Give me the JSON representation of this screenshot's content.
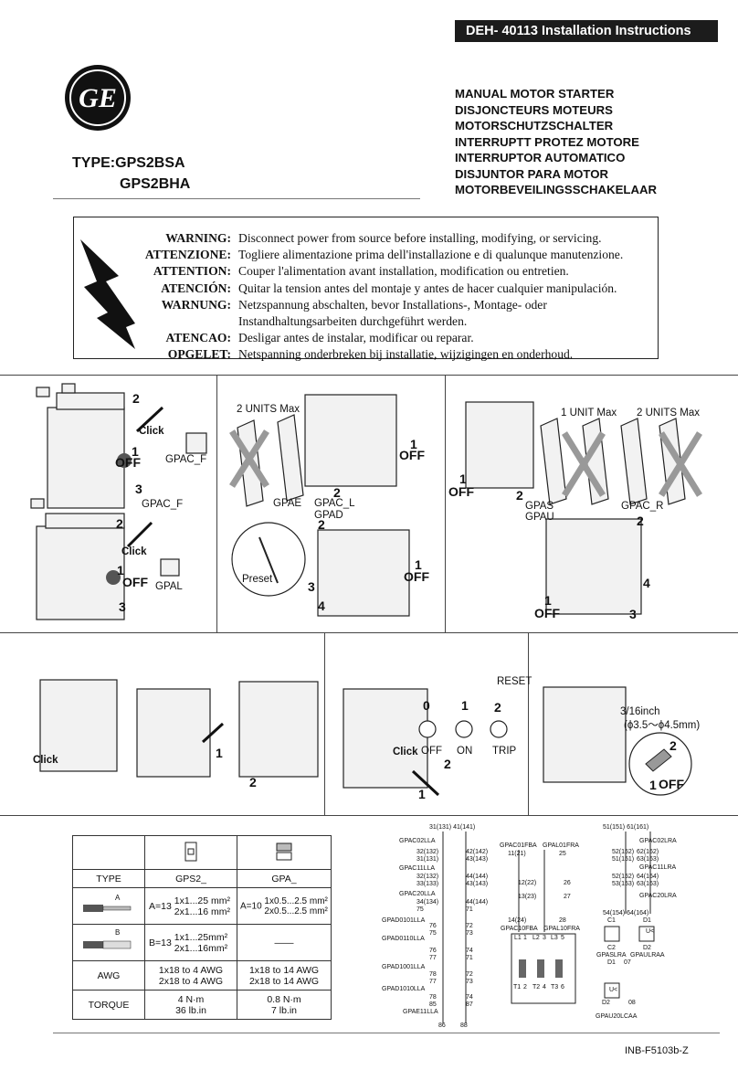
{
  "header": {
    "doc_title": "DEH- 40113  Installation Instructions",
    "logo_text": "GE"
  },
  "product_titles": [
    "MANUAL MOTOR STARTER",
    "DISJONCTEURS MOTEURS",
    "MOTORSCHUTZSCHALTER",
    "INTERRUPTT PROTEZ MOTORE",
    "INTERRUPTOR AUTOMATICO",
    "DISJUNTOR PARA MOTOR",
    "MOTORBEVEILINGSSCHAKELAAR"
  ],
  "type_line1": "TYPE:GPS2BSA",
  "type_line2": "GPS2BHA",
  "warnings": [
    {
      "label": "WARNING:",
      "text": "Disconnect power from source before installing, modifying, or servicing."
    },
    {
      "label": "ATTENZIONE:",
      "text": "Togliere alimentazione prima dell'installazione e di qualunque manutenzione."
    },
    {
      "label": "ATTENTION:",
      "text": "Couper l'alimentation avant installation, modification ou entretien."
    },
    {
      "label": "ATENCIÓN:",
      "text": "Quitar la tension antes del montaje y antes de hacer cualquier manipulación."
    },
    {
      "label": "WARNUNG:",
      "text": "Netzspannung abschalten, bevor Installations-, Montage- oder"
    },
    {
      "label": "",
      "text": "Instandhaltungsarbeiten durchgeführt werden."
    },
    {
      "label": "ATENCAO:",
      "text": "Desligar antes de instalar, modificar ou reparar."
    },
    {
      "label": "OPGELET:",
      "text": "Netspanning onderbreken bij installatie, wijzigingen en onderhoud."
    }
  ],
  "panel1": {
    "n2": "2",
    "click": "Click",
    "n1": "1",
    "off": "OFF",
    "gpac_f": "GPAC_F",
    "n3": "3",
    "gpac_f2": "GPAC_F",
    "n2b": "2",
    "click2": "Click",
    "n1b": "1",
    "off2": "OFF",
    "gpal": "GPAL",
    "n3b": "3"
  },
  "panel2": {
    "units_max": "2 UNITS Max",
    "gpae": "GPAE",
    "gpac_l": "GPAC_L",
    "gpad": "GPAD",
    "n2": "2",
    "n1": "1",
    "off": "OFF",
    "preset": "Preset",
    "n2b": "2",
    "n1b": "1",
    "off2": "OFF",
    "n3": "3",
    "n4": "4"
  },
  "panel3": {
    "unit_max": "1 UNIT Max",
    "units_max": "2 UNITS Max",
    "n1": "1",
    "off": "OFF",
    "n2": "2",
    "gpas": "GPAS",
    "gpau": "GPAU",
    "gpac_r": "GPAC_R",
    "n2b": "2",
    "n4": "4",
    "n1b": "1",
    "off2": "OFF",
    "n3": "3"
  },
  "panel4": {
    "click": "Click",
    "n1": "1",
    "n2": "2"
  },
  "panel5": {
    "reset": "RESET",
    "zero": "0",
    "one": "1",
    "two": "2",
    "click": "Click",
    "off": "OFF",
    "on": "ON",
    "trip": "TRIP",
    "n2": "2",
    "n1": "1"
  },
  "panel6": {
    "size": "3/16inch",
    "dia": "(ϕ3.5～ϕ4.5mm)",
    "n2": "2",
    "n1": "1",
    "off": "OFF"
  },
  "spec_table": {
    "col1": "GPS2_",
    "col2": "GPA_",
    "type_label": "TYPE",
    "a_label": "A",
    "b_label": "B",
    "a_gps": "A=13",
    "a_gps_v1": "1x1...25 mm²",
    "a_gps_v2": "2x1...16 mm²",
    "a_gpa": "A=10",
    "a_gpa_v1": "1x0.5...2.5 mm²",
    "a_gpa_v2": "2x0.5...2.5 mm²",
    "b_gps": "B=13",
    "b_gps_v1": "1x1...25mm²",
    "b_gps_v2": "2x1...16mm²",
    "b_gpa": "——",
    "awg_label": "AWG",
    "awg_gps1": "1x18 to 4 AWG",
    "awg_gps2": "2x18 to 4 AWG",
    "awg_gpa1": "1x18 to 14 AWG",
    "awg_gpa2": "2x18 to 14 AWG",
    "torque_label": "TORQUE",
    "t_gps1": "4 N·m",
    "t_gps2": "36  lb.in",
    "t_gpa1": "0.8 N·m",
    "t_gpa2": "7  lb.in"
  },
  "wiring": {
    "top1": "31(131) 41(141)",
    "gpac02lla": "GPAC02LLA",
    "gpac11lla": "GPAC11LLA",
    "gpac20lla": "GPAC20LLA",
    "gpad0101lla": "GPAD0101LLA",
    "gpad0110lla": "GPAD0110LLA",
    "gpad1001lla": "GPAD1001LLA",
    "gpad1010lla": "GPAD1010LLA",
    "gpae11lla": "GPAE11LLA",
    "c1": [
      "32(132)",
      "31(131)",
      "32(132)",
      "33(133)",
      "34(134)",
      "75",
      "76",
      "75",
      "76",
      "77",
      "78",
      "77",
      "78",
      "85",
      "86"
    ],
    "c2": [
      "42(142)",
      "43(143)",
      "44(144)",
      "43(143)",
      "44(144)",
      "71",
      "72",
      "73",
      "74",
      "71",
      "72",
      "73",
      "74",
      "87",
      "88"
    ],
    "gpac01fba": "GPAC01FBA",
    "gpac01fba_n": "11(21)",
    "n12": "12(22)",
    "n13": "13(23)",
    "n14": "14(24)",
    "gpal01fra": "GPAL01FRA",
    "n25": "25",
    "n26": "26",
    "n27": "27",
    "n28": "28",
    "gpac10fba": "GPAC10FBA",
    "gpal10fra": "GPAL10FRA",
    "poles_top": [
      "L1",
      "1",
      "L2",
      "3",
      "L3",
      "5"
    ],
    "poles_bot": [
      "T1",
      "2",
      "T2",
      "4",
      "T3",
      "6"
    ],
    "top2": "51(151)  61(161)",
    "gpac02lra": "GPAC02LRA",
    "gpac11lra": "GPAC11LRA",
    "gpac20lra": "GPAC20LRA",
    "r1": [
      "52(152)",
      "51(151)",
      "52(152)",
      "53(153)"
    ],
    "r2": [
      "62(162)",
      "63(163)",
      "64(164)",
      "63(163)"
    ],
    "n54": "54(154)  64(164)",
    "c1lab": "C1",
    "d1lab": "D1",
    "c2lab": "C2",
    "d2lab": "D2",
    "gpaslra": "GPASLRA",
    "gpaulraa": "GPAULRAA",
    "d1b": "D1",
    "o7": "07",
    "d2b": "D2",
    "o8": "08",
    "uk": "U<",
    "gpau20lcaa": "GPAU20LCAA"
  },
  "footer": "INB-F5103b-Z"
}
